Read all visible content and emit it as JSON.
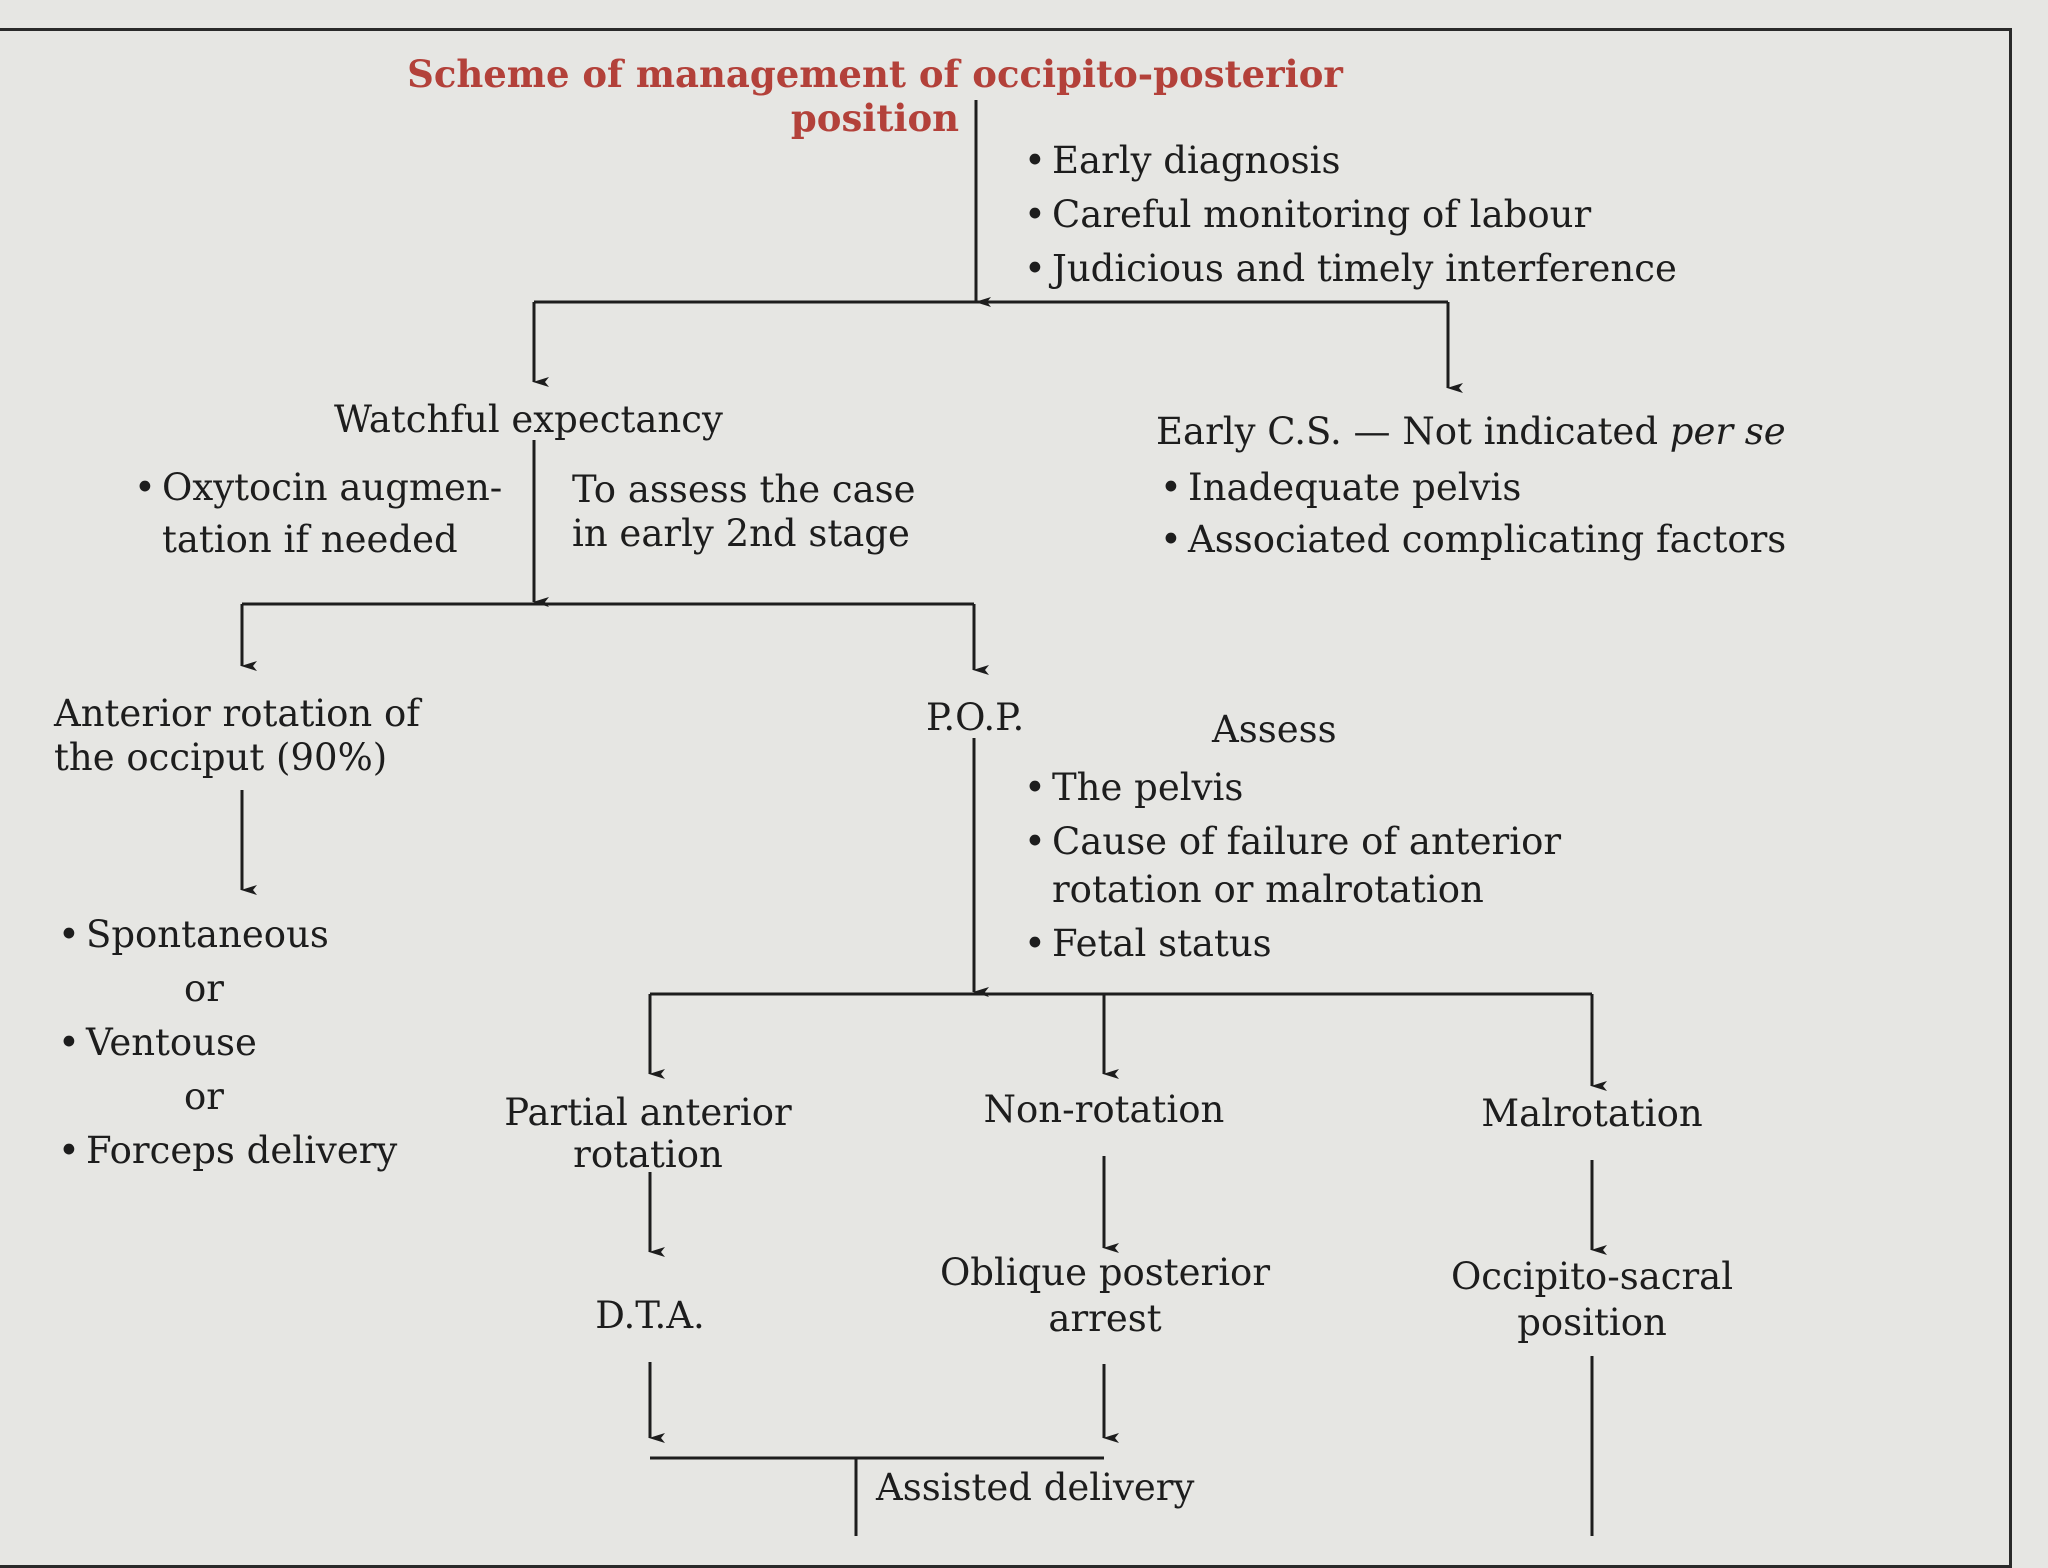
{
  "title": "Scheme of management of occipito-posterior position",
  "principles": [
    "Early diagnosis",
    "Careful monitoring of labour",
    "Judicious and timely interference"
  ],
  "watchful": {
    "heading": "Watchful expectancy",
    "oxytocin_line1": "Oxytocin augmen-",
    "oxytocin_line2": "tation if needed",
    "assess_line1": "To assess the case",
    "assess_line2": "in early 2nd stage"
  },
  "early_cs": {
    "heading_prefix": "Early C.S. — Not indicated ",
    "heading_italic": "per se",
    "items": [
      "Inadequate pelvis",
      "Associated complicating factors"
    ]
  },
  "anterior": {
    "line1": "Anterior rotation of",
    "line2": "the occiput (90%)",
    "items": [
      "Spontaneous",
      "Ventouse",
      "Forceps delivery"
    ],
    "or_label": "or"
  },
  "pop": {
    "label": "P.O.P.",
    "assess_heading": "Assess",
    "items": [
      "The pelvis",
      "Cause of failure of anterior",
      "Fetal status"
    ],
    "item2_cont": "rotation or malrotation"
  },
  "outcomes": {
    "partial_line1": "Partial anterior",
    "partial_line2": "rotation",
    "nonrotation": "Non-rotation",
    "malrotation": "Malrotation",
    "dta": "D.T.A.",
    "oblique_line1": "Oblique posterior",
    "oblique_line2": "arrest",
    "occipito_line1": "Occipito-sacral",
    "occipito_line2": "position"
  },
  "assisted": "Assisted delivery"
}
